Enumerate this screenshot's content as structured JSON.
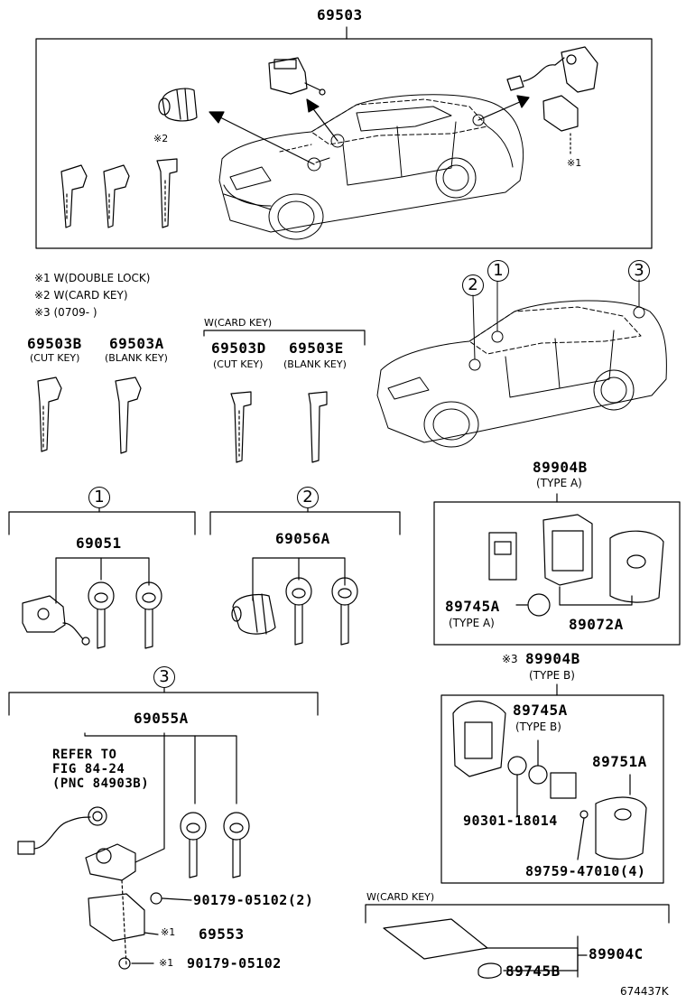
{
  "main_part": "69503",
  "notes": {
    "n1": "※1 W(DOUBLE LOCK)",
    "n2": "※2 W(CARD KEY)",
    "n3": "※3 (0709-       )"
  },
  "marks": {
    "m1": "※1",
    "m2": "※2"
  },
  "callouts": {
    "c1": "1",
    "c2": "2",
    "c3": "3"
  },
  "card_key_group": {
    "heading": "W(CARD KEY)",
    "p1": "69503D",
    "p1_sub": "(CUT KEY)",
    "p2": "69503E",
    "p2_sub": "(BLANK KEY)"
  },
  "key_group": {
    "p1": "69503B",
    "p1_sub": "(CUT KEY)",
    "p2": "69503A",
    "p2_sub": "(BLANK KEY)"
  },
  "box1": {
    "part": "69051"
  },
  "box2": {
    "part": "69056A"
  },
  "box3": {
    "part": "69055A",
    "refer": [
      "REFER TO",
      "FIG 84-24",
      "(PNC 84903B)"
    ],
    "screw": "90179-05102(2)",
    "cover_mark": "※1",
    "cover": "69553",
    "bolt_mark": "※1",
    "bolt": "90179-05102"
  },
  "type_a": {
    "part": "89904B",
    "sub": "(TYPE A)",
    "battery": "89745A",
    "battery_sub": "(TYPE A)",
    "case": "89072A"
  },
  "type_b": {
    "mark": "※3",
    "part": "89904B",
    "sub": "(TYPE B)",
    "battery": "89745A",
    "battery_sub": "(TYPE B)",
    "cover": "89751A",
    "oring": "90301-18014",
    "screw": "89759-47010(4)"
  },
  "card": {
    "heading": "W(CARD KEY)",
    "assy": "89904C",
    "battery": "89745B"
  },
  "figure_id": "674437K"
}
